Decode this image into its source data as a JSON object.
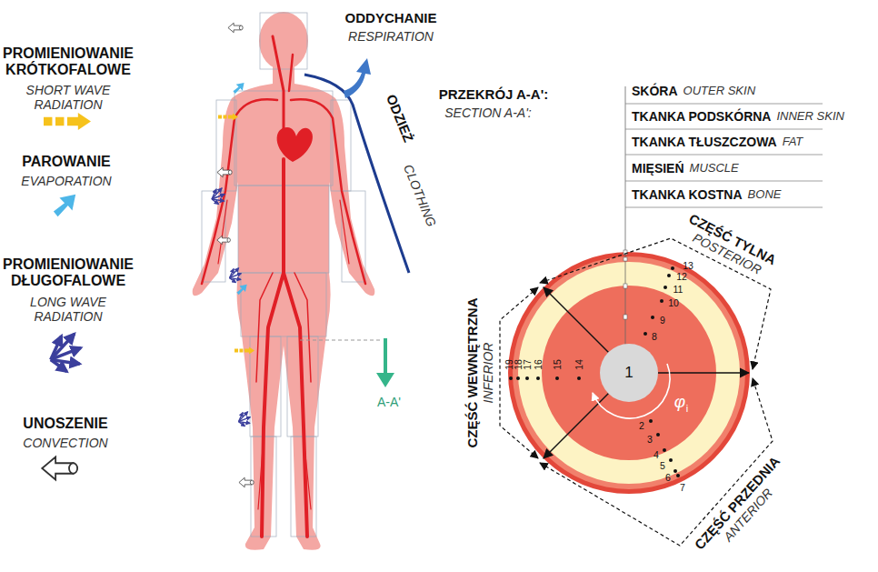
{
  "diagram": {
    "nodes": [
      {
        "text": [
          "1"
        ]
      }
    ],
    "labels": [
      "ODDYCHANIE",
      "RESPIRATION",
      "PROMIENIOWANIE KRÓTKOFALOWE",
      "SHORT WAVE RADIATION",
      "PAROWANIE",
      "EVAPORATION",
      "PROMIENIOWANIE DŁUGOFALOWE",
      "LONG WAVE RADIATION",
      "UNOSZENIE",
      "CONVECTION",
      "ODZIEŻ",
      "CLOTHING",
      "A-A'",
      "PRZEKRÓJ A-A':",
      "SECTION A-A':",
      "SKÓRA",
      "OUTER SKIN",
      "TKANKA PODSKÓRNA",
      "INNER SKIN",
      "TKANKA TŁUSZCZOWA",
      "FAT",
      "MIĘSIEŃ",
      "MUSCLE",
      "TKANKA KOSTNA",
      "BONE",
      "CZĘŚĆ TYLNA",
      "POSTERIOR",
      "CZĘŚĆ WEWNĘTRZNA",
      "INFERIOR",
      "CZĘŚĆ PRZEDNIA",
      "ANTERIOR",
      "φ",
      "i",
      "2",
      "3",
      "4",
      "5",
      "6",
      "7",
      "8",
      "9",
      "10",
      "11",
      "12",
      "13",
      "14",
      "15",
      "16",
      "17",
      "18",
      "19"
    ]
  }
}
